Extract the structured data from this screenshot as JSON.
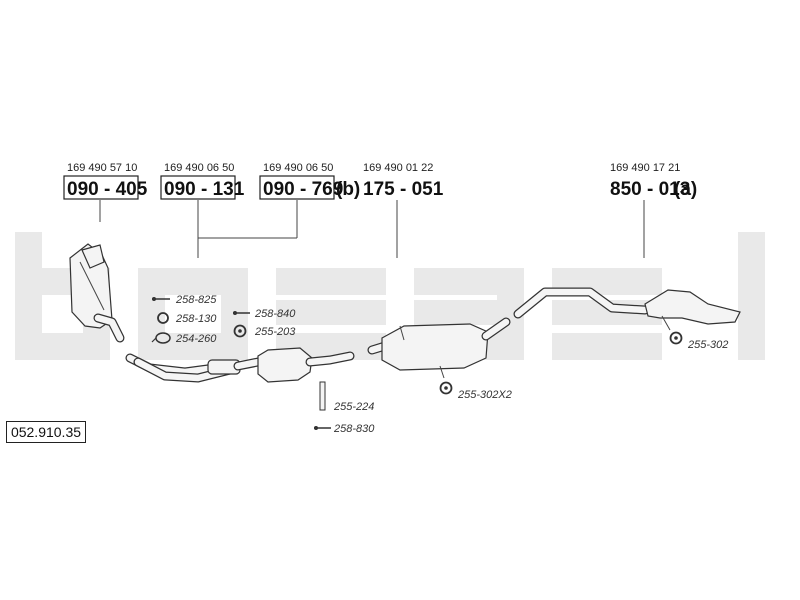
{
  "groups": [
    {
      "ref": "169 490 57 10",
      "part": "090 - 405",
      "boxed": true,
      "suffix": ""
    },
    {
      "ref": "169 490 06 50",
      "part": "090 - 131",
      "boxed": true,
      "suffix": ""
    },
    {
      "ref": "169 490 06 50",
      "part": "090 - 769",
      "boxed": true,
      "suffix": "(b)"
    },
    {
      "ref": "169 490 01 22",
      "part": "175 - 051",
      "boxed": false,
      "suffix": ""
    },
    {
      "ref": "169 490 17 21",
      "part": "850 - 013",
      "boxed": false,
      "suffix": "(a)"
    }
  ],
  "hardware": [
    {
      "code": "258-825",
      "icon": "bolt-icon"
    },
    {
      "code": "258-130",
      "icon": "ring-gasket-icon"
    },
    {
      "code": "254-260",
      "icon": "clamp-icon"
    },
    {
      "code": "258-840",
      "icon": "bolt-icon"
    },
    {
      "code": "255-203",
      "icon": "rubber-mount-icon"
    },
    {
      "code": "255-224",
      "icon": "bracket-icon"
    },
    {
      "code": "258-830",
      "icon": "bolt-icon"
    },
    {
      "code": "255-302X2",
      "icon": "rubber-mount-icon"
    },
    {
      "code": "255-302",
      "icon": "rubber-mount-icon"
    }
  ],
  "doc_number": "052.910.35",
  "watermark": "bosal"
}
